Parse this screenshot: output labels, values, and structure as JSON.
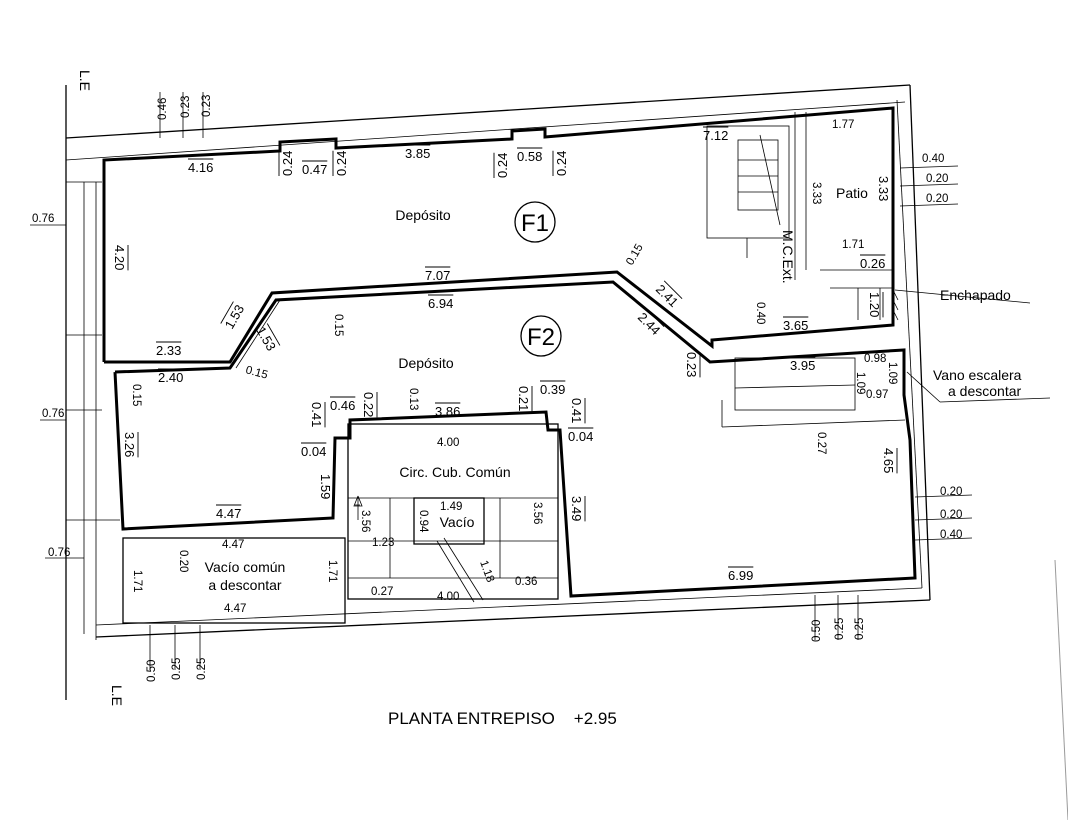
{
  "plan": {
    "title": "PLANTA ENTREPISO    +2.95",
    "property_line": "L.E",
    "units": {
      "f1": {
        "tag": "F1",
        "room": "Depósito"
      },
      "f2": {
        "tag": "F2",
        "room": "Depósito"
      }
    },
    "labels": {
      "patio": "Patio",
      "mc_ext": "M.C.Ext.",
      "enchapado": "Enchapado",
      "vano_escalera_1": "Vano escalera",
      "vano_escalera_2": "a descontar",
      "circ": "Circ. Cub. Común",
      "vacio": "Vacío",
      "vacio_comun_1": "Vacío común",
      "vacio_comun_2": "a descontar"
    },
    "dims": {
      "d0_46": "0.46",
      "d0_23a": "0.23",
      "d0_23b": "0.23",
      "d4_16": "4.16",
      "d0_24a": "0.24",
      "d0_47": "0.47",
      "d0_24b": "0.24",
      "d3_85": "3.85",
      "d0_24c": "0.24",
      "d0_58": "0.58",
      "d0_24d": "0.24",
      "d7_12": "7.12",
      "d1_77": "1.77",
      "d3_33a": "3.33",
      "d3_33b": "3.33",
      "d0_40a": "0.40",
      "d0_20a": "0.20",
      "d0_20b": "0.20",
      "d0_76a": "0.76",
      "d4_20": "4.20",
      "d1_71a": "1.71",
      "d0_26": "0.26",
      "d0_15a": "0.15",
      "d7_07": "7.07",
      "d6_94": "6.94",
      "d2_41": "2.41",
      "d2_44": "2.44",
      "d1_20": "1.20",
      "d0_40b": "0.40",
      "d3_65": "3.65",
      "d1_53a": "1.53",
      "d1_53b": "1.53",
      "d2_33": "2.33",
      "d0_15b": "0.15",
      "d0_15c": "0.15",
      "d0_23c": "0.23",
      "d3_95": "3.95",
      "d0_98": "0.98",
      "d1_09a": "1.09",
      "d1_09b": "1.09",
      "d0_97": "0.97",
      "d2_40": "2.40",
      "d0_15d": "0.15",
      "d0_76b": "0.76",
      "d0_46b": "0.46",
      "d0_22": "0.22",
      "d0_13": "0.13",
      "d3_86": "3.86",
      "d0_21": "0.21",
      "d0_39": "0.39",
      "d0_41a": "0.41",
      "d0_41b": "0.41",
      "d0_04a": "0.04",
      "d0_04b": "0.04",
      "d4_00a": "4.00",
      "d3_26": "3.26",
      "d1_59": "1.59",
      "d3_49": "3.49",
      "d0_27a": "0.27",
      "d4_65": "4.65",
      "d4_47a": "4.47",
      "d4_47b": "4.47",
      "d4_47c": "4.47",
      "d1_49": "1.49",
      "d3_56a": "3.56",
      "d3_56b": "3.56",
      "d0_94": "0.94",
      "d1_23": "1.23",
      "d1_18": "1.18",
      "d0_36": "0.36",
      "d0_27b": "0.27",
      "d4_00b": "4.00",
      "d0_20c": "0.20",
      "d1_71b": "1.71",
      "d1_71c": "1.71",
      "d0_76c": "0.76",
      "d6_99": "6.99",
      "d0_20d": "0.20",
      "d0_20e": "0.20",
      "d0_40c": "0.40",
      "d0_50a": "0.50",
      "d0_25a": "0.25",
      "d0_25b": "0.25",
      "d0_50b": "0.50",
      "d0_25c": "0.25",
      "d0_25d": "0.25"
    }
  }
}
